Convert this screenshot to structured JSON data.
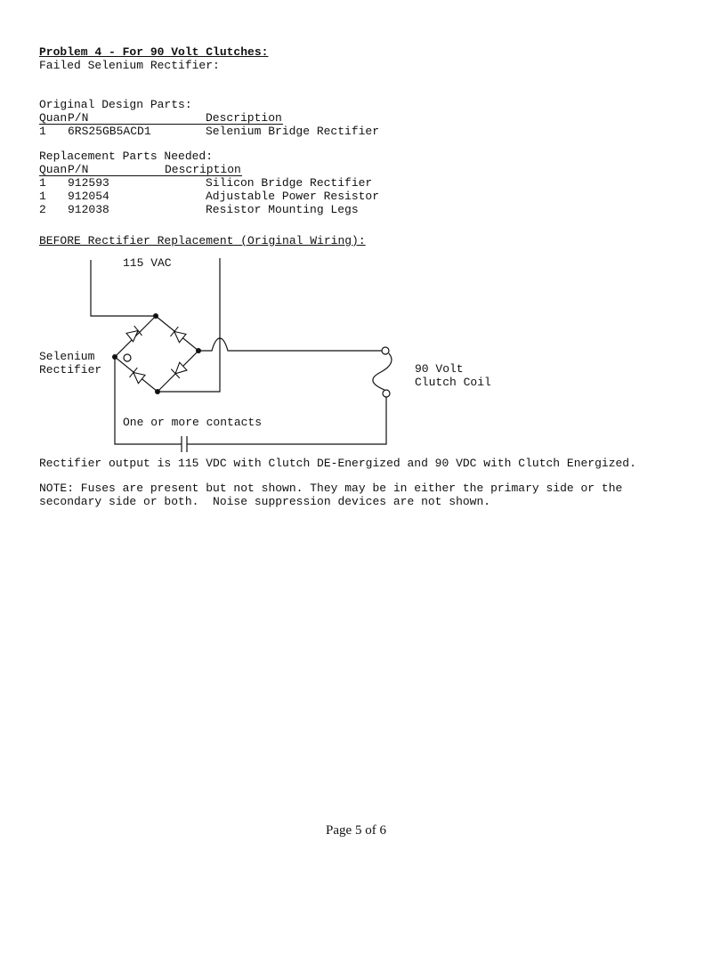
{
  "heading": {
    "title": "Problem 4 - For 90 Volt Clutches:",
    "subtitle": "Failed Selenium Rectifier:"
  },
  "original_parts": {
    "label": "Original Design Parts:",
    "headers": [
      "Quan",
      "P/N",
      "Description"
    ],
    "rows": [
      {
        "quan": "1",
        "pn": "6RS25GB5ACD1",
        "description": "Selenium Bridge Rectifier"
      }
    ]
  },
  "replacement_parts": {
    "label": "Replacement Parts Needed:",
    "headers": [
      "Quan",
      "P/N",
      "Description"
    ],
    "rows": [
      {
        "quan": "1",
        "pn": "912593",
        "description": "Silicon Bridge Rectifier"
      },
      {
        "quan": "1",
        "pn": "912054",
        "description": "Adjustable Power Resistor"
      },
      {
        "quan": "2",
        "pn": "912038",
        "description": "Resistor Mounting Legs"
      }
    ]
  },
  "diagram": {
    "title": "BEFORE Rectifier Replacement (Original Wiring):",
    "supply_label": "115 VAC",
    "rectifier_label_1": "Selenium",
    "rectifier_label_2": "Rectifier",
    "coil_label_1": "90 Volt",
    "coil_label_2": "Clutch Coil",
    "contacts_label": "One or more contacts"
  },
  "notes": {
    "output": "Rectifier output is 115 VDC with Clutch DE-Energized and 90 VDC with Clutch Energized.",
    "note_1": "NOTE: Fuses are present but not shown. They may be in either the primary side or the",
    "note_2": "secondary side or both.  Noise suppression devices are not shown."
  },
  "footer": {
    "page": "Page 5 of 6"
  }
}
